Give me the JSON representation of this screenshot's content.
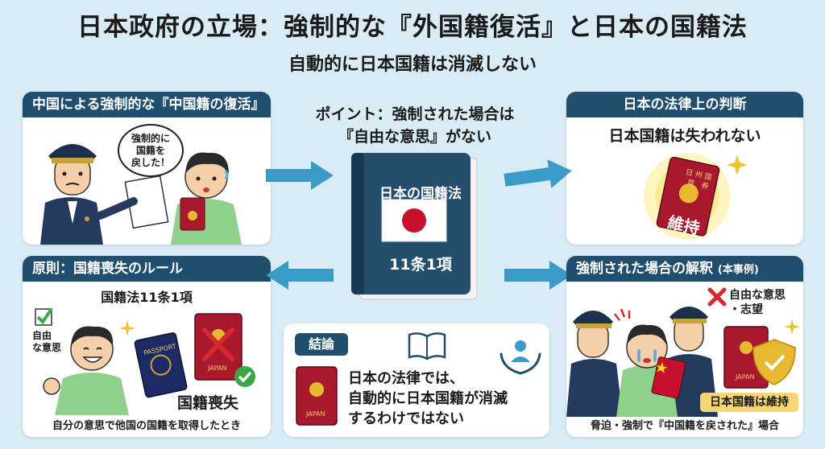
{
  "title": "日本政府の立場：強制的な『外国籍復活』と日本の国籍法",
  "subtitle": "自動的に日本国籍は消滅しない",
  "point": {
    "line1": "ポイント：強制された場合は",
    "line2": "『自由な意思』がない"
  },
  "book": {
    "title": "日本の国籍法",
    "article": "11条1項"
  },
  "top_left": {
    "header": "中国による強制的な『中国籍の復活』",
    "bubble_line1": "強制的に",
    "bubble_line2": "国籍を",
    "bubble_line3": "戻した！"
  },
  "top_right": {
    "header": "日本の法律上の判断",
    "statement": "日本国籍は失われない",
    "passport_line1": "日 州 国",
    "passport_line2": "旅　券",
    "stamp": "維持"
  },
  "bottom_left": {
    "header": "原則：国籍喪失のルール",
    "law": "国籍法11条1項",
    "free_will_line1": "自由",
    "free_will_line2": "な意思",
    "passport_label": "PASSPORT",
    "japan_label": "JAPAN",
    "loss": "国籍喪失",
    "caption": "自分の意思で他国の国籍を取得したとき"
  },
  "conclusion": {
    "tag": "結論",
    "line1": "日本の法律では、",
    "line2": "自動的に日本国籍が消滅",
    "line3": "するわけではない",
    "passport_label": "JAPAN"
  },
  "bottom_right": {
    "header": "強制された場合の解釈",
    "header_note": "(本事例)",
    "no_will_line1": "自由な意思",
    "no_will_line2": "・志望",
    "japan_label": "JAPAN",
    "kept": "日本国籍は維持",
    "caption": "脅迫・強制で『中国籍を戻された』場合"
  },
  "colors": {
    "navy": "#1f4e6e",
    "background": "#d9ecf6",
    "arrow": "#3a9bc8",
    "passport_red": "#a8192e",
    "gold": "#e8b830",
    "check_green": "#3aa845",
    "cross_red": "#d9282f"
  }
}
